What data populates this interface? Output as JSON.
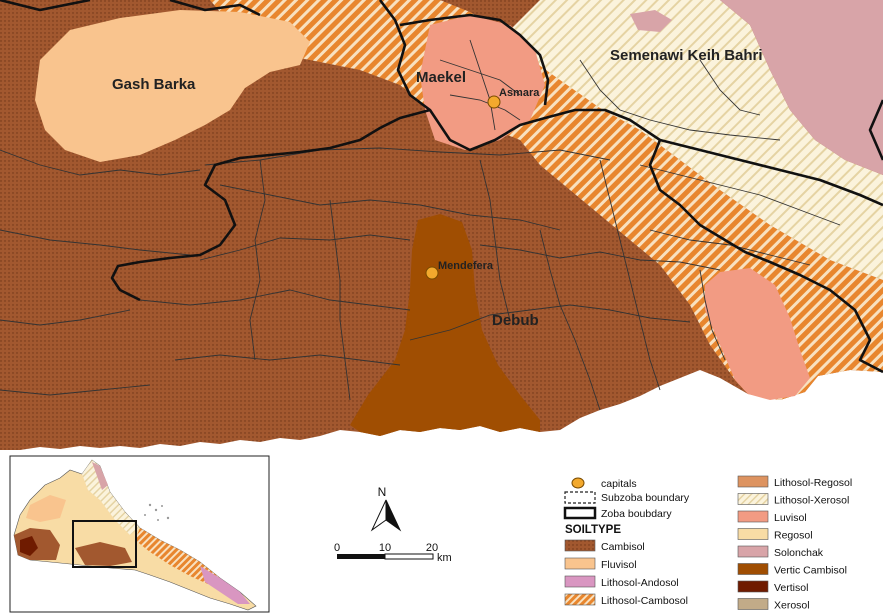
{
  "zoba_labels": [
    "Gash Barka",
    "Maekel",
    "Semenawi Keih Bahri",
    "Debub"
  ],
  "capitals": [
    "Asmara",
    "Mendefera"
  ],
  "north_arrow": "N",
  "scale_bar": {
    "ticks": [
      "0",
      "10",
      "20"
    ],
    "unit": "km"
  },
  "legend": {
    "symbols": [
      {
        "label": "capitals",
        "icon": "capital-dot-icon"
      },
      {
        "label": "Subzoba boundary",
        "icon": "dashed-box-icon"
      },
      {
        "label": "Zoba boubdary",
        "icon": "bold-box-icon"
      }
    ],
    "soiltype_heading": "SOILTYPE",
    "soiltypes": [
      {
        "label": "Cambisol",
        "color": "#a2582f"
      },
      {
        "label": "Fluvisol",
        "color": "#f9c48e"
      },
      {
        "label": "Lithosol-Andosol",
        "color": "#d996c1"
      },
      {
        "label": "Lithosol-Cambosol",
        "color": "#e8862e"
      },
      {
        "label": "Lithosol-Regosol",
        "color": "#dd9360"
      },
      {
        "label": "Lithosol-Xerosol",
        "color": "#f3e7c0"
      },
      {
        "label": "Luvisol",
        "color": "#f29b83"
      },
      {
        "label": "Regosol",
        "color": "#f8dca5"
      },
      {
        "label": "Solonchak",
        "color": "#d8a4a8"
      },
      {
        "label": "Vertic Cambisol",
        "color": "#a04e02"
      },
      {
        "label": "Vertisol",
        "color": "#6f1b00"
      },
      {
        "label": "Xerosol",
        "color": "#c2ab88"
      }
    ]
  }
}
